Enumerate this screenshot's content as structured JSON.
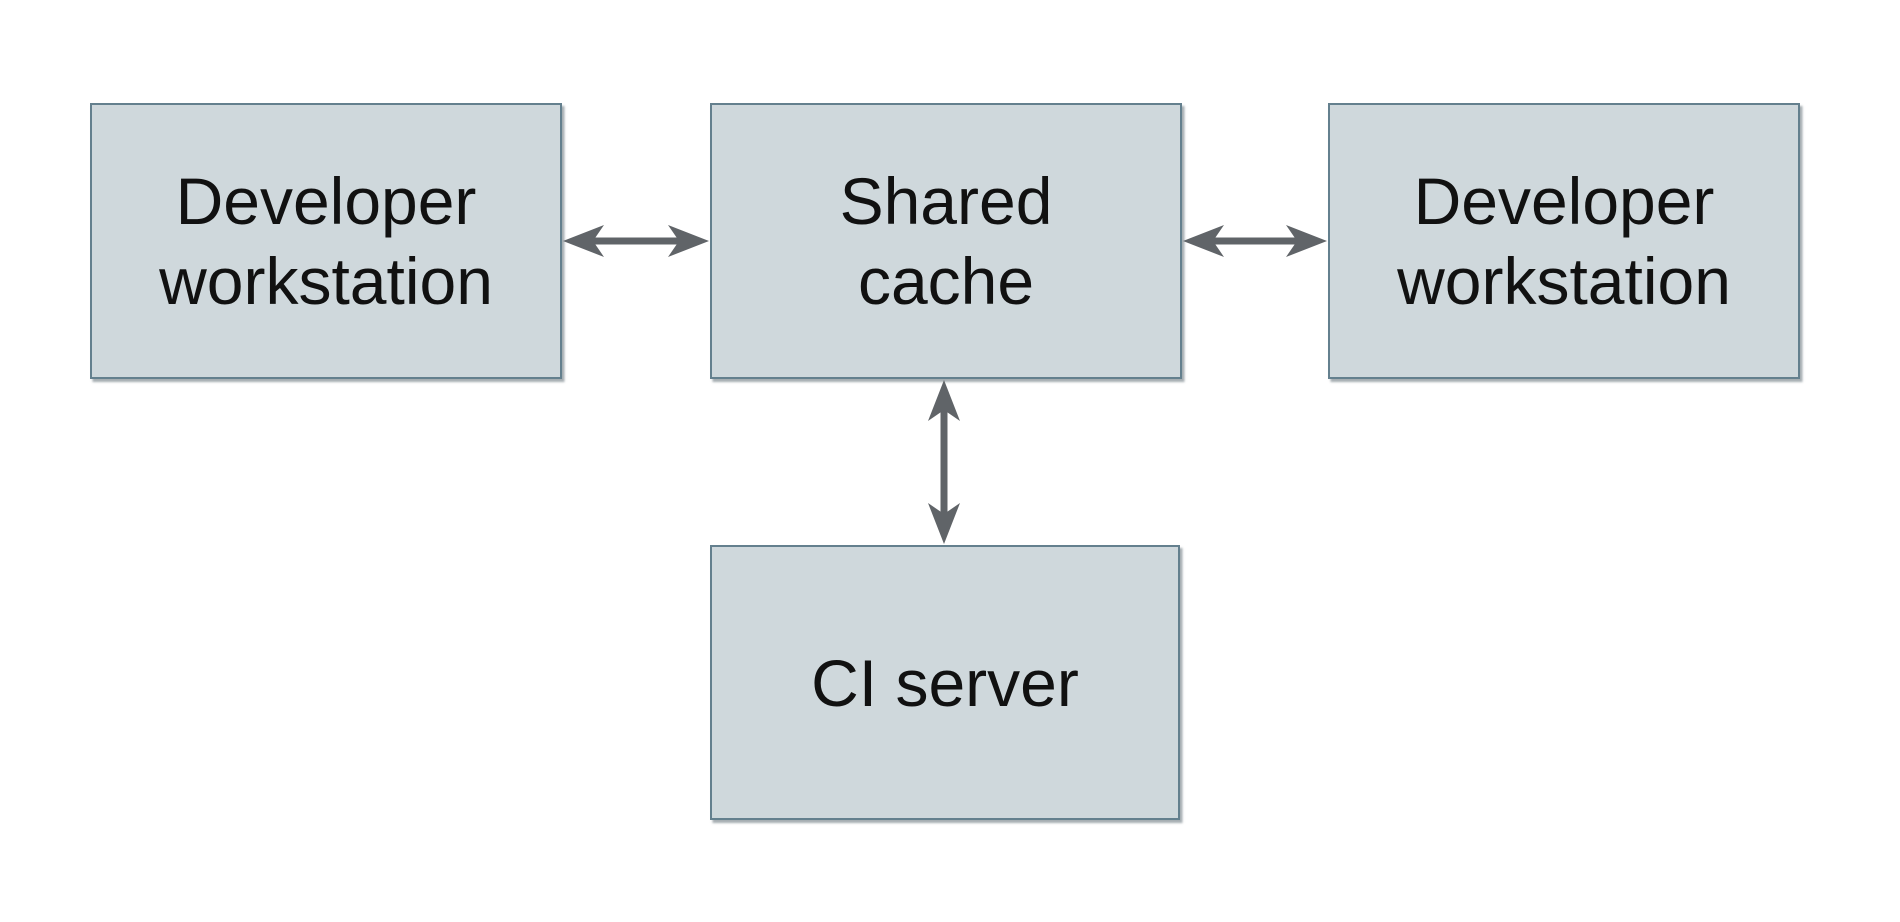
{
  "diagram": {
    "type": "architecture-diagram",
    "description": "Shared cache topology: two developer workstations and a CI server connected bidirectionally to a shared cache"
  },
  "nodes": {
    "dev_left": {
      "line1": "Developer",
      "line2": "workstation"
    },
    "cache": {
      "line1": "Shared",
      "line2": "cache"
    },
    "dev_right": {
      "line1": "Developer",
      "line2": "workstation"
    },
    "ci": {
      "line1": "CI server"
    }
  },
  "edges": [
    {
      "from": "Developer workstation (left)",
      "to": "Shared cache",
      "direction": "bidirectional"
    },
    {
      "from": "Shared cache",
      "to": "Developer workstation (right)",
      "direction": "bidirectional"
    },
    {
      "from": "Shared cache",
      "to": "CI server",
      "direction": "bidirectional"
    }
  ],
  "colors": {
    "page_bg": "#ffffff",
    "node_fill": "#cfd8dc",
    "node_border": "#64808e",
    "node_shadow": "rgba(92,107,114,0.55)",
    "arrow_color": "#606468",
    "text_color": "#111111"
  }
}
